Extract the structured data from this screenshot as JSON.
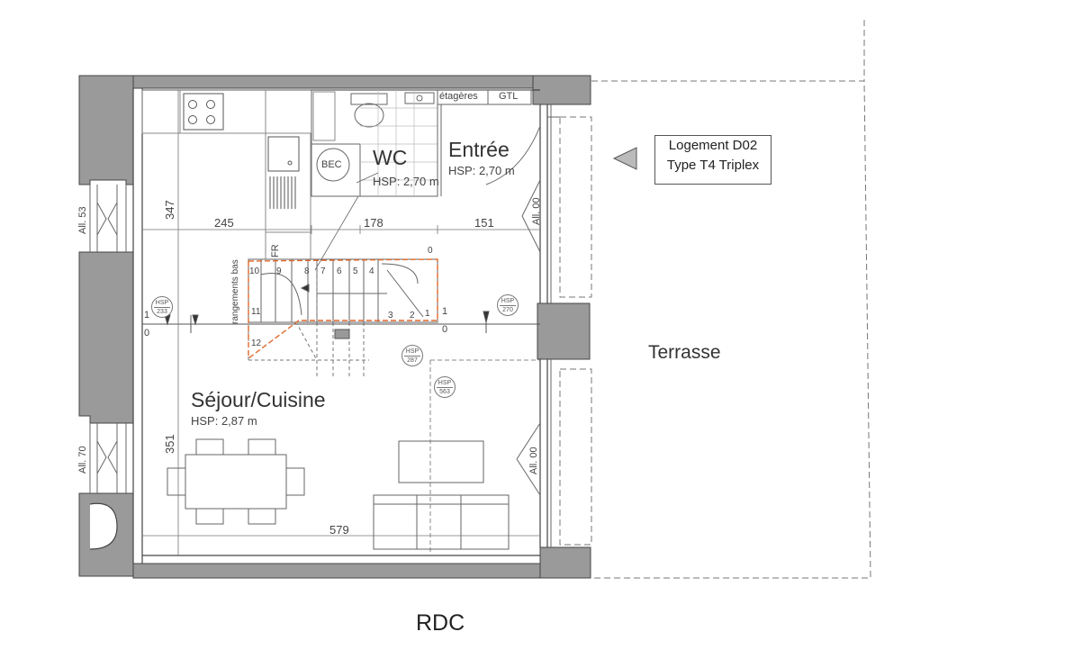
{
  "rooms": {
    "wc": {
      "name": "WC",
      "hsp": "HSP: 2,70 m"
    },
    "entree": {
      "name": "Entrée",
      "hsp": "HSP: 2,70 m"
    },
    "sejour": {
      "name": "Séjour/Cuisine",
      "hsp": "HSP: 2,87 m"
    },
    "terrasse": {
      "name": "Terrasse"
    }
  },
  "logement_tag": {
    "line1": "Logement D02",
    "line2": "Type T4 Triplex"
  },
  "floor_label": "RDC",
  "fixtures": {
    "etageres": "étagères",
    "gtl": "GTL",
    "bec": "BEC",
    "fr": "FR",
    "rangements": "rangements bas"
  },
  "dimensions": {
    "d245": "245",
    "d178": "178",
    "d151": "151",
    "d579": "579",
    "d347": "347",
    "d351": "351"
  },
  "allege": {
    "left_top": "All. 53",
    "left_bottom": "All. 70",
    "right_top": "All. 00",
    "right_bottom": "All. 00"
  },
  "hsp_markers": {
    "m1": {
      "t": "HSP",
      "v": "233"
    },
    "m2": {
      "t": "HSP",
      "v": "270"
    },
    "m3": {
      "t": "HSP",
      "v": "287"
    },
    "m4": {
      "t": "HSP",
      "v": "563"
    }
  },
  "stair_numbers": [
    "0",
    "1",
    "2",
    "3",
    "4",
    "5",
    "6",
    "7",
    "8",
    "9",
    "10",
    "11",
    "12"
  ],
  "level_marks": {
    "a": "1",
    "b": "0",
    "c": "1",
    "d": "0"
  }
}
